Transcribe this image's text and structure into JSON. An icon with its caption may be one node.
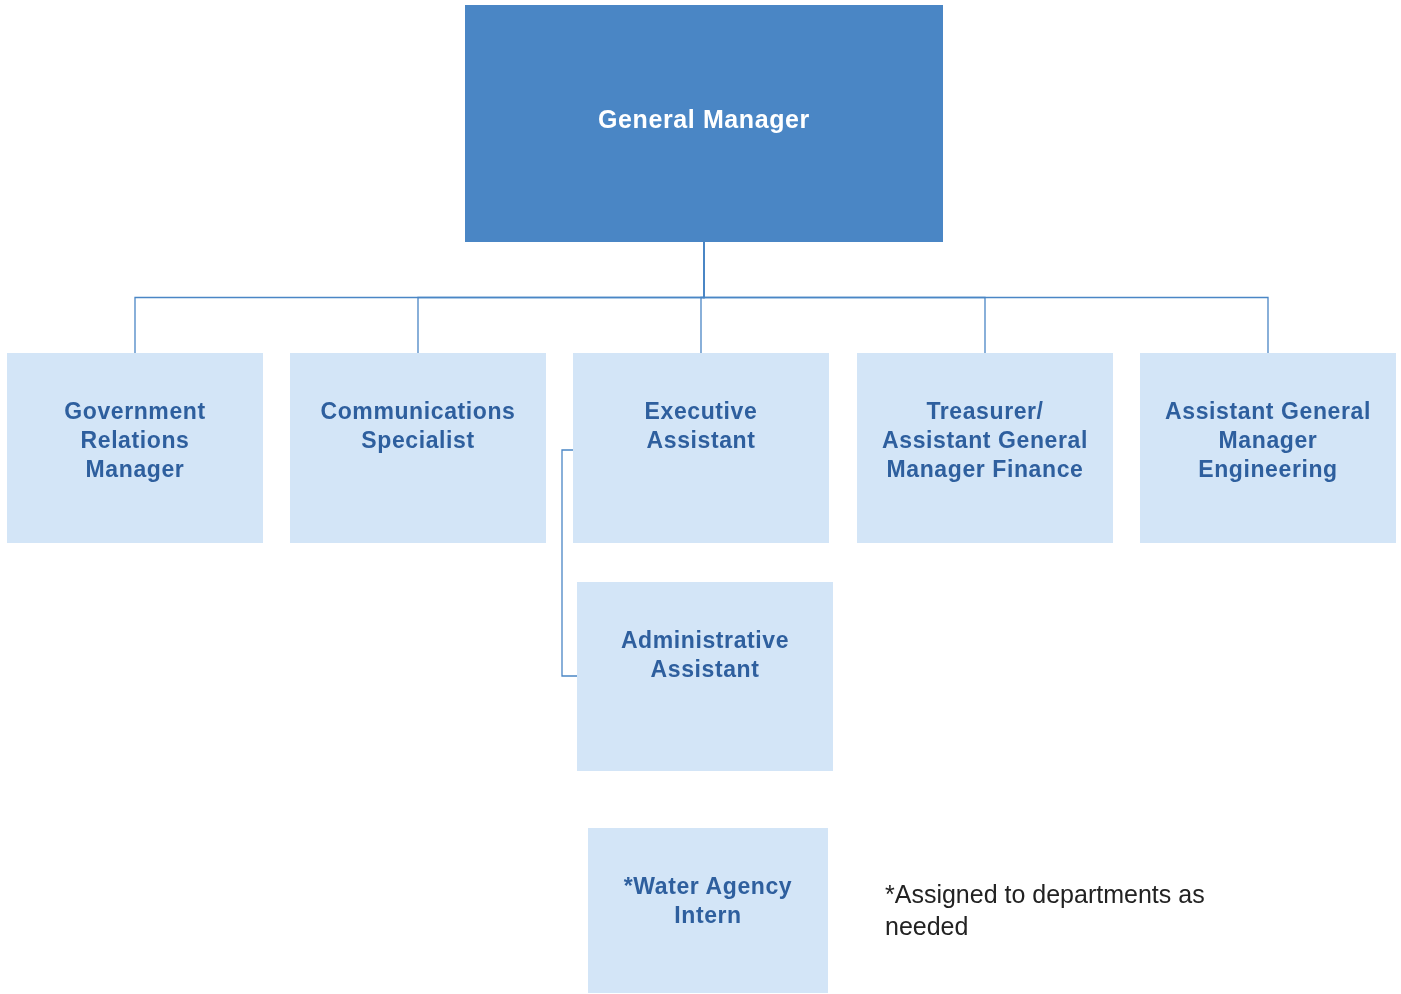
{
  "diagram": {
    "nodes": [
      {
        "text": [
          "General Manager"
        ]
      },
      {
        "text": [
          "Government Relations Manager"
        ]
      },
      {
        "text": [
          "Communications Specialist"
        ]
      },
      {
        "text": [
          "Executive Assistant"
        ]
      },
      {
        "text": [
          "Treasurer/ Assistant General Manager Finance"
        ]
      },
      {
        "text": [
          "Assistant General Manager Engineering"
        ]
      },
      {
        "text": [
          "Administrative Assistant"
        ]
      },
      {
        "text": [
          "*Water Agency Intern"
        ]
      }
    ],
    "edges": [
      {
        "from": 0,
        "to": 1,
        "arrow": "none"
      },
      {
        "from": 0,
        "to": 2,
        "arrow": "none"
      },
      {
        "from": 0,
        "to": 3,
        "arrow": "none"
      },
      {
        "from": 0,
        "to": 4,
        "arrow": "none"
      },
      {
        "from": 0,
        "to": 5,
        "arrow": "none"
      },
      {
        "from": 3,
        "to": 6,
        "arrow": "none"
      }
    ],
    "labels": [
      "*Assigned to departments as needed"
    ]
  }
}
